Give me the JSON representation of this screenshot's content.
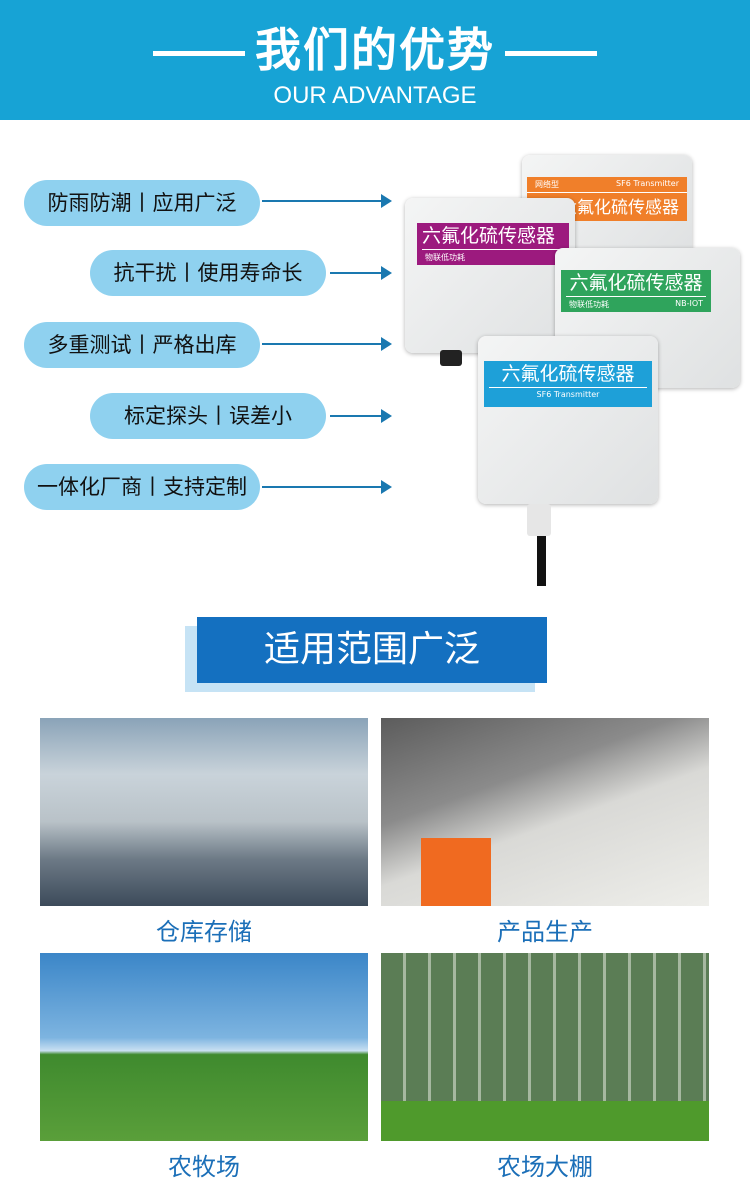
{
  "header": {
    "title": "我们的优势",
    "subtitle": "OUR ADVANTAGE"
  },
  "advantages": [
    "防雨防潮丨应用广泛",
    "抗干扰丨使用寿命长",
    "多重测试丨严格出库",
    "标定探头丨误差小",
    "一体化厂商丨支持定制"
  ],
  "products": [
    {
      "title": "六氟化硫传感器",
      "left": "网络型",
      "right": "SF6 Transmitter",
      "color": "#f07f2a"
    },
    {
      "title": "六氟化硫传感器",
      "left": "物联低功耗",
      "right": "",
      "color": "#9c1a7e"
    },
    {
      "title": "六氟化硫传感器",
      "left": "物联低功耗",
      "right": "NB-IOT",
      "color": "#2fa45c"
    },
    {
      "title": "六氟化硫传感器",
      "left": "",
      "right": "SF6 Transmitter",
      "color": "#1ea0d8"
    }
  ],
  "section": {
    "title": "适用范围广泛"
  },
  "applications": [
    {
      "label": "仓库存储"
    },
    {
      "label": "产品生产"
    },
    {
      "label": "农牧场"
    },
    {
      "label": "农场大棚"
    }
  ]
}
